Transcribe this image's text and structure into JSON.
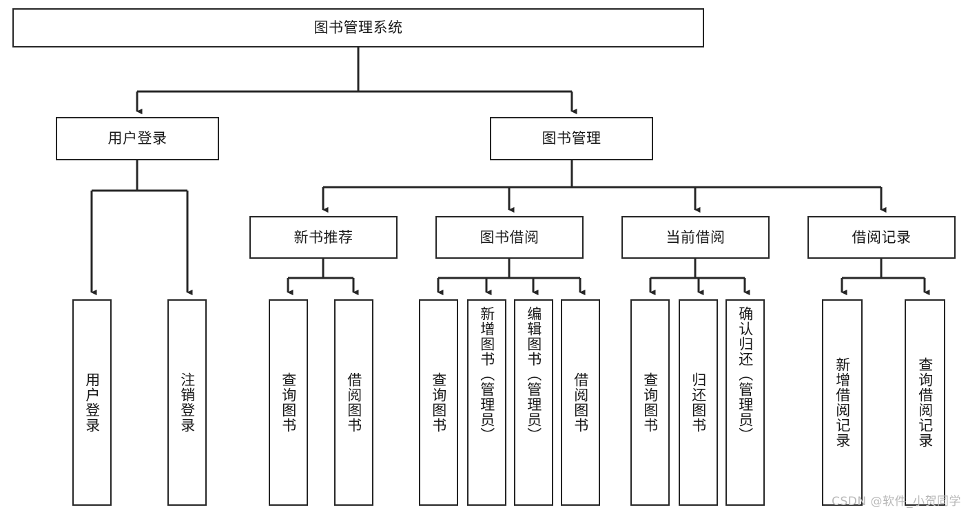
{
  "diagram": {
    "title": "图书管理系统",
    "type": "tree",
    "watermark": "CSDN @软件_小贺同学",
    "colors": {
      "box_border": "#262626",
      "box_fill": "#ffffff",
      "edge": "#262626",
      "text": "#1a1a1a",
      "watermark": "#b8b8b8"
    },
    "levels": {
      "root": {
        "label": "图书管理系统",
        "orientation": "horizontal"
      },
      "level2": [
        {
          "label": "用户登录",
          "orientation": "horizontal"
        },
        {
          "label": "图书管理",
          "orientation": "horizontal"
        }
      ],
      "level3": [
        {
          "label": "新书推荐",
          "orientation": "horizontal"
        },
        {
          "label": "图书借阅",
          "orientation": "horizontal"
        },
        {
          "label": "当前借阅",
          "orientation": "horizontal"
        },
        {
          "label": "借阅记录",
          "orientation": "horizontal"
        }
      ],
      "leaves": [
        {
          "label": "用户登录",
          "parent": "用户登录",
          "orientation": "vertical"
        },
        {
          "label": "注销登录",
          "parent": "用户登录",
          "orientation": "vertical"
        },
        {
          "label": "查询图书",
          "parent": "新书推荐",
          "orientation": "vertical"
        },
        {
          "label": "借阅图书",
          "parent": "新书推荐",
          "orientation": "vertical"
        },
        {
          "label": "查询图书",
          "parent": "图书借阅",
          "orientation": "vertical"
        },
        {
          "label": "新增图书（管理员）",
          "parent": "图书借阅",
          "orientation": "vertical"
        },
        {
          "label": "编辑图书（管理员）",
          "parent": "图书借阅",
          "orientation": "vertical"
        },
        {
          "label": "借阅图书",
          "parent": "图书借阅",
          "orientation": "vertical"
        },
        {
          "label": "查询图书",
          "parent": "当前借阅",
          "orientation": "vertical"
        },
        {
          "label": "归还图书",
          "parent": "当前借阅",
          "orientation": "vertical"
        },
        {
          "label": "确认归还（管理员）",
          "parent": "当前借阅",
          "orientation": "vertical"
        },
        {
          "label": "新增借阅记录",
          "parent": "借阅记录",
          "orientation": "vertical"
        },
        {
          "label": "查询借阅记录",
          "parent": "借阅记录",
          "orientation": "vertical"
        }
      ]
    }
  }
}
